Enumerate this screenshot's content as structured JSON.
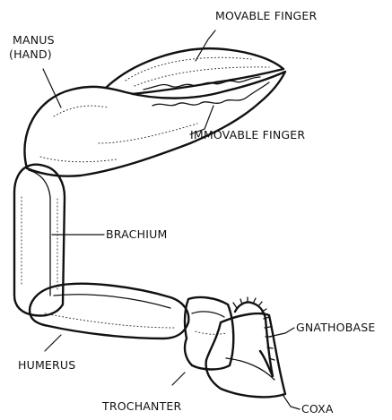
{
  "labels": {
    "manus_line1": "MANUS",
    "manus_line2": "(HAND)",
    "movable_finger": "MOVABLE FINGER",
    "immovable_finger": "IMMOVABLE FINGER",
    "brachium": "BRACHIUM",
    "gnathobase": "GNATHOBASE",
    "humerus": "HUMERUS",
    "trochanter": "TROCHANTER",
    "coxa": "COXA"
  }
}
